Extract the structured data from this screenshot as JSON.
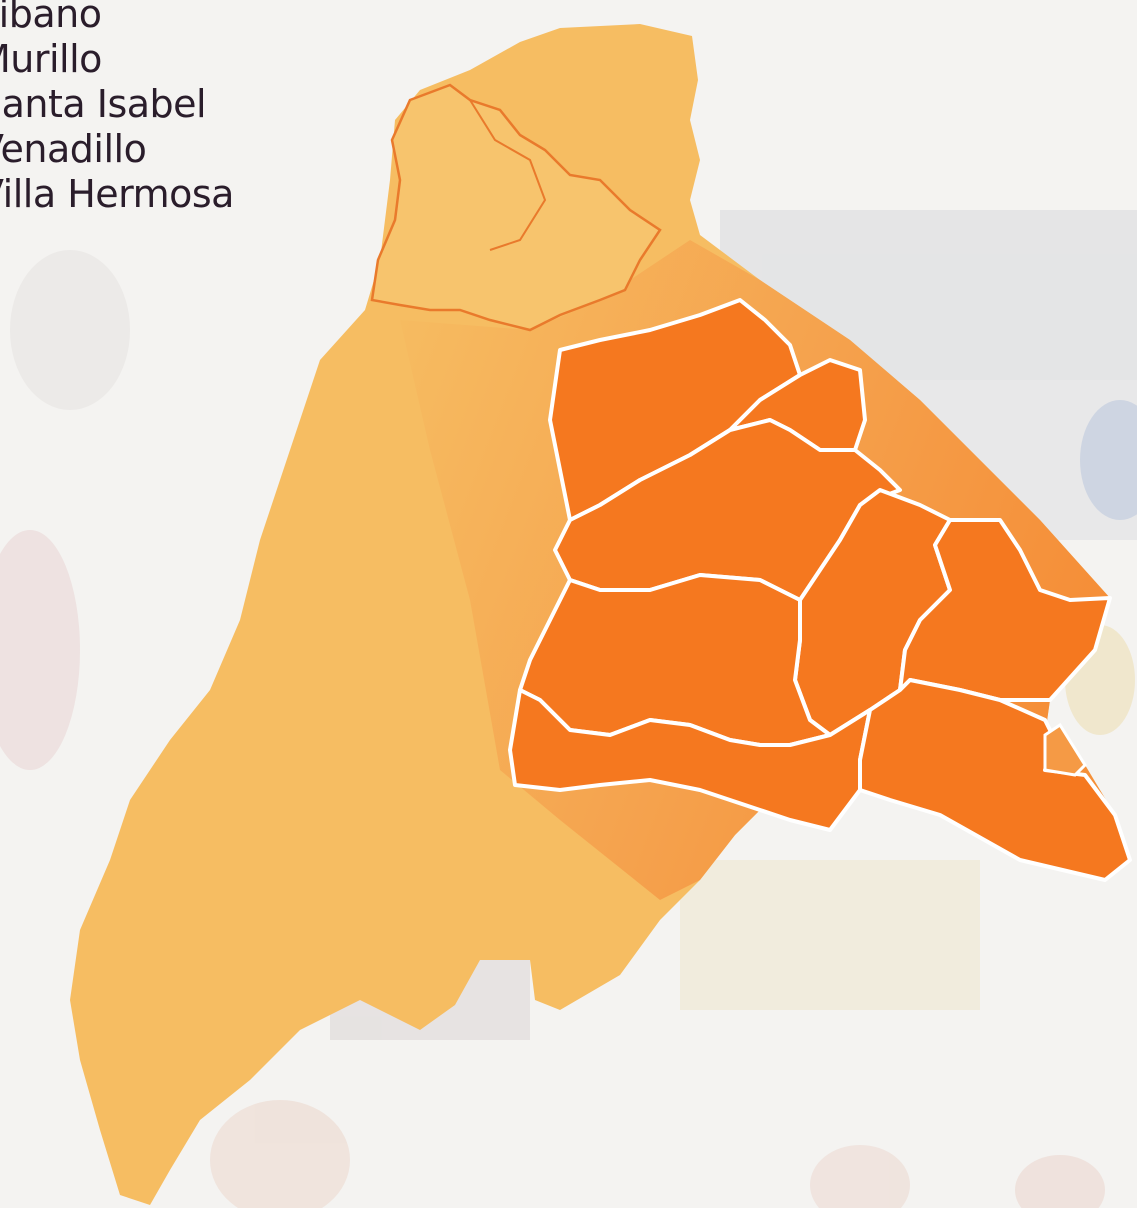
{
  "legend": {
    "municipalities": [
      "Libano",
      "Murillo",
      "Santa Isabel",
      "Venadillo",
      "Villa Hermosa"
    ]
  },
  "colors": {
    "background": "#f4f3f1",
    "territory_base": "#f6bd62",
    "territory_mid": "#f59a45",
    "region_highlight": "#f5781f",
    "region_border": "#ffffff",
    "north_outline": "#e97a2c",
    "text": "#2a1d2b"
  }
}
